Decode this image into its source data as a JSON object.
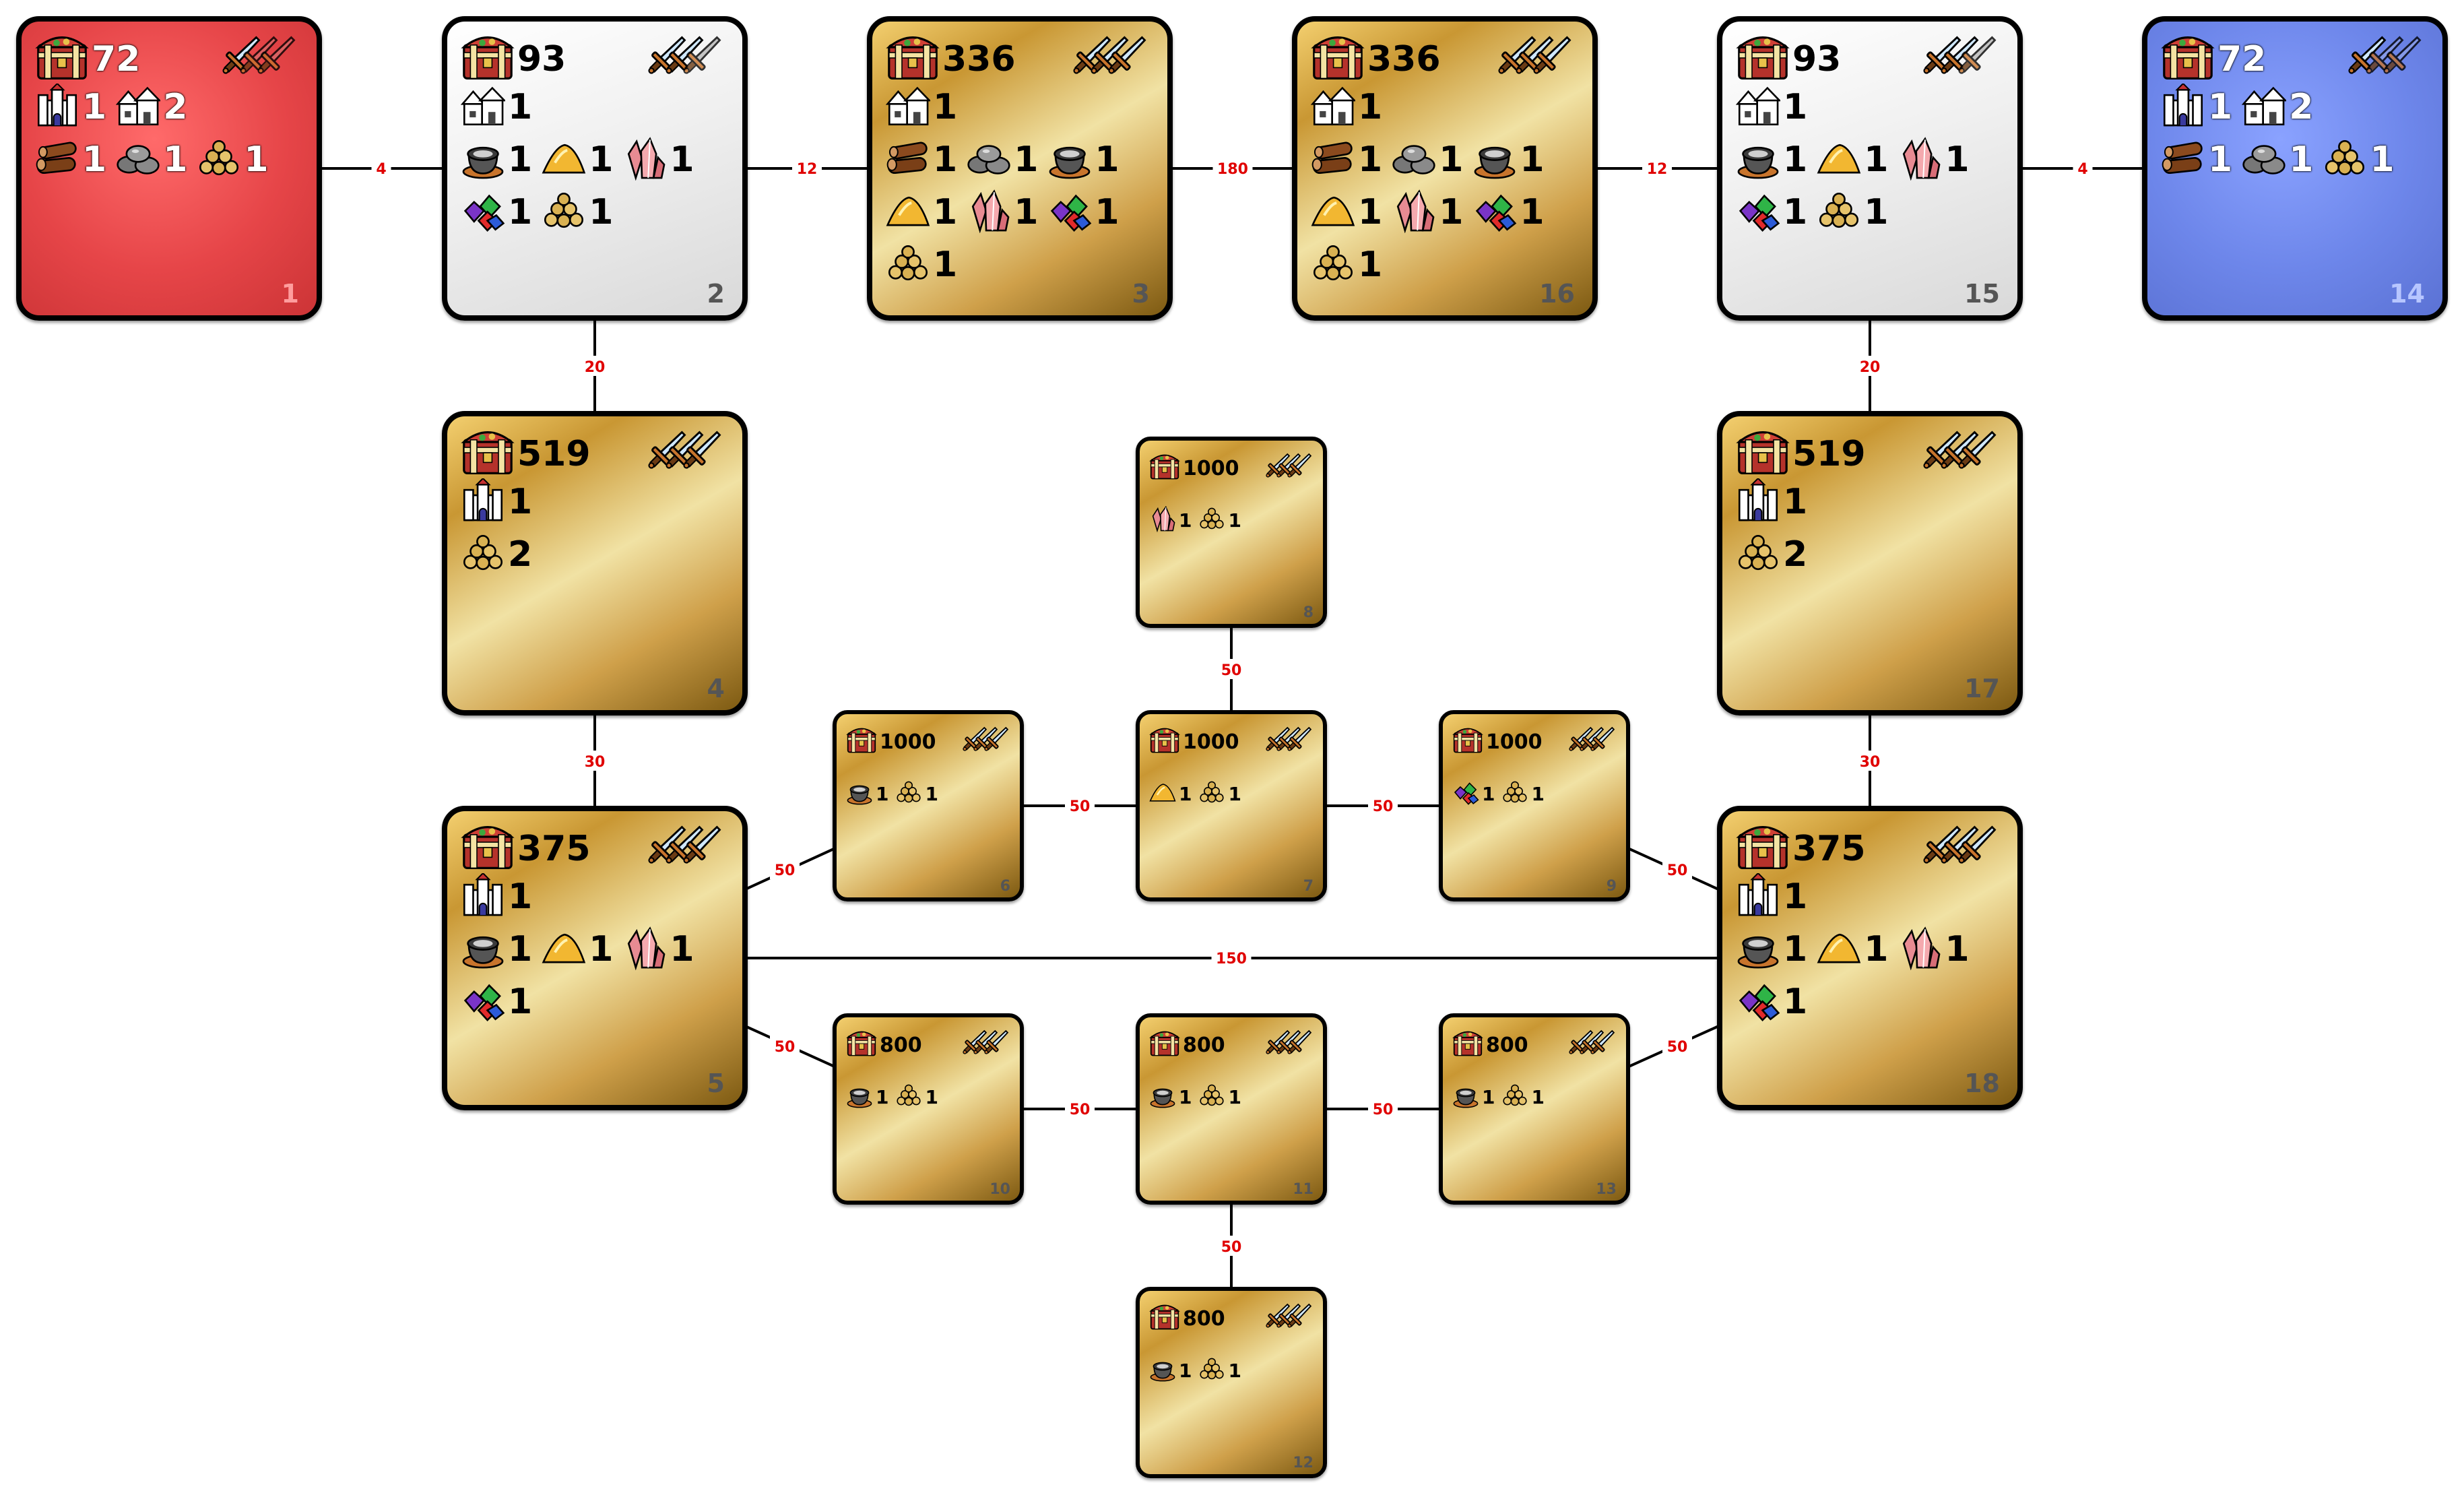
{
  "diagram": {
    "zones": [
      {
        "id": "1",
        "style": "red",
        "treasure": "72",
        "swords": 1,
        "resources": [
          {
            "icon": "castle-icon",
            "count": "1"
          },
          {
            "icon": "town-icon",
            "count": "2"
          }
        ],
        "resources2": [
          {
            "icon": "wood-icon",
            "count": "1"
          },
          {
            "icon": "ore-icon",
            "count": "1"
          },
          {
            "icon": "gold-pile-icon",
            "count": "1"
          }
        ],
        "resources3": []
      },
      {
        "id": "2",
        "style": "white",
        "treasure": "93",
        "swords": 2,
        "resources": [
          {
            "icon": "town-icon",
            "count": "1"
          }
        ],
        "resources2": [
          {
            "icon": "mercury-icon",
            "count": "1"
          },
          {
            "icon": "sulfur-icon",
            "count": "1"
          },
          {
            "icon": "crystal-icon",
            "count": "1"
          }
        ],
        "resources3": [
          {
            "icon": "gems-icon",
            "count": "1"
          },
          {
            "icon": "gold-pile-icon",
            "count": "1"
          }
        ]
      },
      {
        "id": "3",
        "style": "gold",
        "treasure": "336",
        "swords": 3,
        "resources": [
          {
            "icon": "town-icon",
            "count": "1"
          }
        ],
        "resources2": [
          {
            "icon": "wood-icon",
            "count": "1"
          },
          {
            "icon": "ore-icon",
            "count": "1"
          },
          {
            "icon": "mercury-icon",
            "count": "1"
          }
        ],
        "resources3": [
          {
            "icon": "sulfur-icon",
            "count": "1"
          },
          {
            "icon": "crystal-icon",
            "count": "1"
          },
          {
            "icon": "gems-icon",
            "count": "1"
          }
        ],
        "resources4": [
          {
            "icon": "gold-pile-icon",
            "count": "1"
          }
        ]
      },
      {
        "id": "16",
        "style": "gold",
        "treasure": "336",
        "swords": 3,
        "resources": [
          {
            "icon": "town-icon",
            "count": "1"
          }
        ],
        "resources2": [
          {
            "icon": "wood-icon",
            "count": "1"
          },
          {
            "icon": "ore-icon",
            "count": "1"
          },
          {
            "icon": "mercury-icon",
            "count": "1"
          }
        ],
        "resources3": [
          {
            "icon": "sulfur-icon",
            "count": "1"
          },
          {
            "icon": "crystal-icon",
            "count": "1"
          },
          {
            "icon": "gems-icon",
            "count": "1"
          }
        ],
        "resources4": [
          {
            "icon": "gold-pile-icon",
            "count": "1"
          }
        ]
      },
      {
        "id": "15",
        "style": "white",
        "treasure": "93",
        "swords": 2,
        "resources": [
          {
            "icon": "town-icon",
            "count": "1"
          }
        ],
        "resources2": [
          {
            "icon": "mercury-icon",
            "count": "1"
          },
          {
            "icon": "sulfur-icon",
            "count": "1"
          },
          {
            "icon": "crystal-icon",
            "count": "1"
          }
        ],
        "resources3": [
          {
            "icon": "gems-icon",
            "count": "1"
          },
          {
            "icon": "gold-pile-icon",
            "count": "1"
          }
        ]
      },
      {
        "id": "14",
        "style": "blue",
        "treasure": "72",
        "swords": 1,
        "resources": [
          {
            "icon": "castle-icon",
            "count": "1"
          },
          {
            "icon": "town-icon",
            "count": "2"
          }
        ],
        "resources2": [
          {
            "icon": "wood-icon",
            "count": "1"
          },
          {
            "icon": "ore-icon",
            "count": "1"
          },
          {
            "icon": "gold-pile-icon",
            "count": "1"
          }
        ],
        "resources3": []
      },
      {
        "id": "4",
        "style": "gold",
        "treasure": "519",
        "swords": 3,
        "resources": [
          {
            "icon": "castle-icon",
            "count": "1"
          }
        ],
        "resources2": [
          {
            "icon": "gold-pile-icon",
            "count": "2"
          }
        ],
        "resources3": []
      },
      {
        "id": "17",
        "style": "gold",
        "treasure": "519",
        "swords": 3,
        "resources": [
          {
            "icon": "castle-icon",
            "count": "1"
          }
        ],
        "resources2": [
          {
            "icon": "gold-pile-icon",
            "count": "2"
          }
        ],
        "resources3": []
      },
      {
        "id": "5",
        "style": "gold",
        "treasure": "375",
        "swords": 3,
        "resources": [
          {
            "icon": "castle-icon",
            "count": "1"
          }
        ],
        "resources2": [
          {
            "icon": "mercury-icon",
            "count": "1"
          },
          {
            "icon": "sulfur-icon",
            "count": "1"
          },
          {
            "icon": "crystal-icon",
            "count": "1"
          }
        ],
        "resources3": [
          {
            "icon": "gems-icon",
            "count": "1"
          }
        ]
      },
      {
        "id": "18",
        "style": "gold",
        "treasure": "375",
        "swords": 3,
        "resources": [
          {
            "icon": "castle-icon",
            "count": "1"
          }
        ],
        "resources2": [
          {
            "icon": "mercury-icon",
            "count": "1"
          },
          {
            "icon": "sulfur-icon",
            "count": "1"
          },
          {
            "icon": "crystal-icon",
            "count": "1"
          }
        ],
        "resources3": [
          {
            "icon": "gems-icon",
            "count": "1"
          }
        ]
      },
      {
        "id": "8",
        "style": "gold",
        "small": true,
        "treasure": "1000",
        "swords": 3,
        "resources": [
          {
            "icon": "crystal-icon",
            "count": "1"
          },
          {
            "icon": "gold-pile-icon",
            "count": "1"
          }
        ]
      },
      {
        "id": "6",
        "style": "gold",
        "small": true,
        "treasure": "1000",
        "swords": 3,
        "resources": [
          {
            "icon": "mercury-icon",
            "count": "1"
          },
          {
            "icon": "gold-pile-icon",
            "count": "1"
          }
        ]
      },
      {
        "id": "7",
        "style": "gold",
        "small": true,
        "treasure": "1000",
        "swords": 3,
        "resources": [
          {
            "icon": "sulfur-icon",
            "count": "1"
          },
          {
            "icon": "gold-pile-icon",
            "count": "1"
          }
        ]
      },
      {
        "id": "9",
        "style": "gold",
        "small": true,
        "treasure": "1000",
        "swords": 3,
        "resources": [
          {
            "icon": "gems-icon",
            "count": "1"
          },
          {
            "icon": "gold-pile-icon",
            "count": "1"
          }
        ]
      },
      {
        "id": "10",
        "style": "gold",
        "small": true,
        "treasure": "800",
        "swords": 3,
        "resources": [
          {
            "icon": "mercury-icon",
            "count": "1"
          },
          {
            "icon": "gold-pile-icon",
            "count": "1"
          }
        ]
      },
      {
        "id": "11",
        "style": "gold",
        "small": true,
        "treasure": "800",
        "swords": 3,
        "resources": [
          {
            "icon": "mercury-icon",
            "count": "1"
          },
          {
            "icon": "gold-pile-icon",
            "count": "1"
          }
        ]
      },
      {
        "id": "13",
        "style": "gold",
        "small": true,
        "treasure": "800",
        "swords": 3,
        "resources": [
          {
            "icon": "mercury-icon",
            "count": "1"
          },
          {
            "icon": "gold-pile-icon",
            "count": "1"
          }
        ]
      },
      {
        "id": "12",
        "style": "gold",
        "small": true,
        "treasure": "800",
        "swords": 3,
        "resources": [
          {
            "icon": "mercury-icon",
            "count": "1"
          },
          {
            "icon": "gold-pile-icon",
            "count": "1"
          }
        ]
      }
    ],
    "edges": [
      {
        "from": "1",
        "to": "2",
        "value": "4"
      },
      {
        "from": "2",
        "to": "3",
        "value": "12"
      },
      {
        "from": "3",
        "to": "16",
        "value": "180"
      },
      {
        "from": "16",
        "to": "15",
        "value": "12"
      },
      {
        "from": "15",
        "to": "14",
        "value": "4"
      },
      {
        "from": "2",
        "to": "4",
        "value": "20"
      },
      {
        "from": "15",
        "to": "17",
        "value": "20"
      },
      {
        "from": "4",
        "to": "5",
        "value": "30"
      },
      {
        "from": "17",
        "to": "18",
        "value": "30"
      },
      {
        "from": "8",
        "to": "7",
        "value": "50"
      },
      {
        "from": "6",
        "to": "7",
        "value": "50"
      },
      {
        "from": "7",
        "to": "9",
        "value": "50"
      },
      {
        "from": "5",
        "to": "6",
        "value": "50"
      },
      {
        "from": "9",
        "to": "18",
        "value": "50"
      },
      {
        "from": "5",
        "to": "18",
        "value": "150"
      },
      {
        "from": "5",
        "to": "10",
        "value": "50"
      },
      {
        "from": "10",
        "to": "11",
        "value": "50"
      },
      {
        "from": "11",
        "to": "13",
        "value": "50"
      },
      {
        "from": "13",
        "to": "18",
        "value": "50"
      },
      {
        "from": "11",
        "to": "12",
        "value": "50"
      }
    ]
  }
}
